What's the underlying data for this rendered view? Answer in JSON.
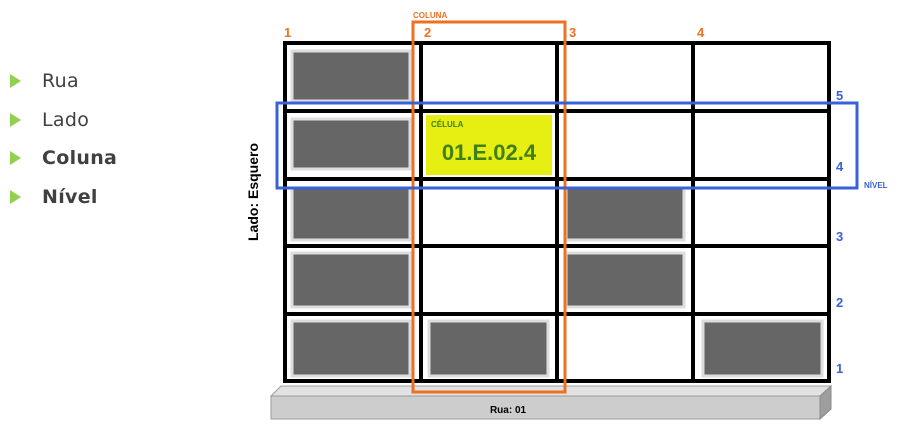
{
  "bullets": [
    {
      "label": "Rua",
      "bold": false
    },
    {
      "label": "Lado",
      "bold": false
    },
    {
      "label": "Coluna",
      "bold": true
    },
    {
      "label": "Nível",
      "bold": true
    }
  ],
  "diagram": {
    "column_header": "COLUNA",
    "column_numbers": [
      "1",
      "2",
      "3",
      "4"
    ],
    "level_numbers": [
      "5",
      "4",
      "3",
      "2",
      "1"
    ],
    "level_label": "NÍVEL",
    "side_label": "Lado: Esquero",
    "street_label": "Rua: 01",
    "cell_label": "CÉLULA",
    "cell_code": "01.E.02.4",
    "colors": {
      "grid": "#000000",
      "box": "#666666",
      "column_highlight": "#ee7122",
      "level_highlight": "#3a62d8",
      "cell_fill": "#e6ee12",
      "cell_text": "#3f7f14",
      "bullet_marker": "#92d050"
    }
  }
}
